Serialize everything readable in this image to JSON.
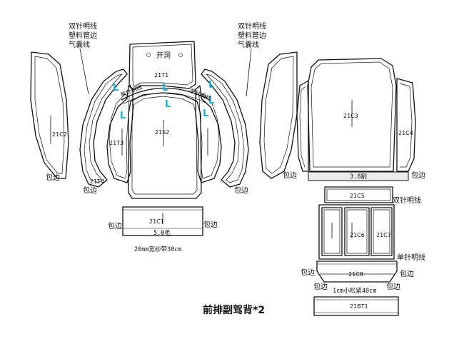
{
  "title": "前排副驾背*2",
  "labels": {
    "double_stitch_left": "双针明线",
    "plastic_piping_left": "塑料管边",
    "airbag_line_left": "气囊线",
    "double_stitch_right": "双针明线",
    "plastic_piping_right": "塑料管边",
    "airbag_line_right": "气囊线",
    "opening": "开洞",
    "single_stitch_tl": "单针明线",
    "single_stitch_tr": "单针明线",
    "double_stitch_mid": "双针明线",
    "single_stitch_low": "单针明线",
    "binding_1": "包边",
    "binding_2": "包边",
    "binding_3": "包边",
    "binding_4": "包边",
    "binding_5": "包边",
    "binding_6": "包边",
    "binding_7": "包边",
    "binding_8": "包边",
    "binding_9": "包边",
    "binding_10": "包边",
    "binding_11": "包边",
    "felt_strip": "5.0毛",
    "tape_note": "20mm宽纱带30cm",
    "band_38": "3.8割",
    "elastic_note": "1cm小松紧40cm"
  },
  "piece_codes": {
    "c2": "21C2",
    "t4": "21T4",
    "t3": "21T3",
    "t1": "21T1",
    "s2": "21S2",
    "c1": "21C1",
    "c3": "21C3",
    "c4": "21C4",
    "c5": "21C5",
    "c6": "21C6",
    "c7": "21C7",
    "c8": "21C8",
    "bt1": "21BT1"
  },
  "marks": {
    "l1": "L",
    "l2": "L",
    "l3": "L",
    "l4": "L",
    "l5": "L",
    "l6": "L",
    "l7": "L"
  },
  "colors": {
    "accent_l": "#17b3d8",
    "line": "#111111"
  }
}
